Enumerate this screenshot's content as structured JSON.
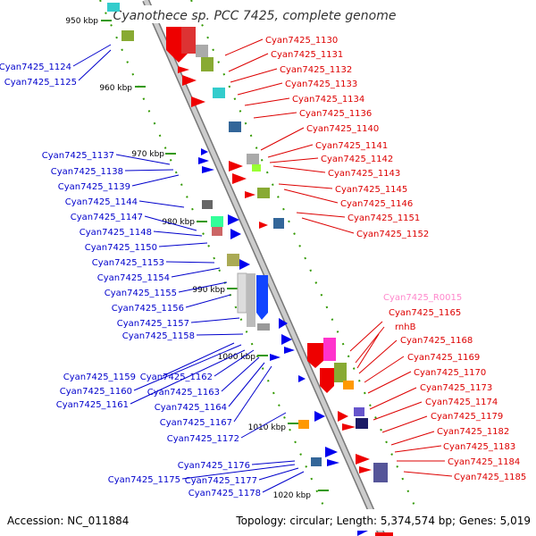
{
  "title": "Cyanothece sp. PCC 7425, complete genome",
  "footer": {
    "accession": "Accession: NC_011884",
    "topology": "Topology: circular; Length: 5,374,574 bp; Genes: 5,019"
  },
  "colors": {
    "left_label": "#0000cc",
    "right_label": "#dd0000",
    "rna_label": "#ff88cc",
    "backbone": "#999999",
    "tick": "#339900"
  },
  "ticks": [
    "950 kbp",
    "960 kbp",
    "970 kbp",
    "980 kbp",
    "990 kbp",
    "1000 kbp",
    "1010 kbp",
    "1020 kbp"
  ],
  "left_genes": [
    "Cyan7425_1124",
    "Cyan7425_1125",
    "Cyan7425_1137",
    "Cyan7425_1138",
    "Cyan7425_1139",
    "Cyan7425_1144",
    "Cyan7425_1147",
    "Cyan7425_1148",
    "Cyan7425_1150",
    "Cyan7425_1153",
    "Cyan7425_1154",
    "Cyan7425_1155",
    "Cyan7425_1156",
    "Cyan7425_1157",
    "Cyan7425_1158",
    "Cyan7425_1159",
    "Cyan7425_1162",
    "Cyan7425_1160",
    "Cyan7425_1163",
    "Cyan7425_1161",
    "Cyan7425_1164",
    "Cyan7425_1167",
    "Cyan7425_1172",
    "Cyan7425_1176",
    "Cyan7425_1175",
    "Cyan7425_1177",
    "Cyan7425_1178"
  ],
  "right_genes": [
    "Cyan7425_1130",
    "Cyan7425_1131",
    "Cyan7425_1132",
    "Cyan7425_1133",
    "Cyan7425_1134",
    "Cyan7425_1136",
    "Cyan7425_1140",
    "Cyan7425_1141",
    "Cyan7425_1142",
    "Cyan7425_1143",
    "Cyan7425_1145",
    "Cyan7425_1146",
    "Cyan7425_1151",
    "Cyan7425_1152",
    "Cyan7425_R0015",
    "Cyan7425_1165",
    "rnhB",
    "Cyan7425_1168",
    "Cyan7425_1169",
    "Cyan7425_1170",
    "Cyan7425_1173",
    "Cyan7425_1174",
    "Cyan7425_1179",
    "Cyan7425_1182",
    "Cyan7425_1183",
    "Cyan7425_1184",
    "Cyan7425_1185"
  ]
}
